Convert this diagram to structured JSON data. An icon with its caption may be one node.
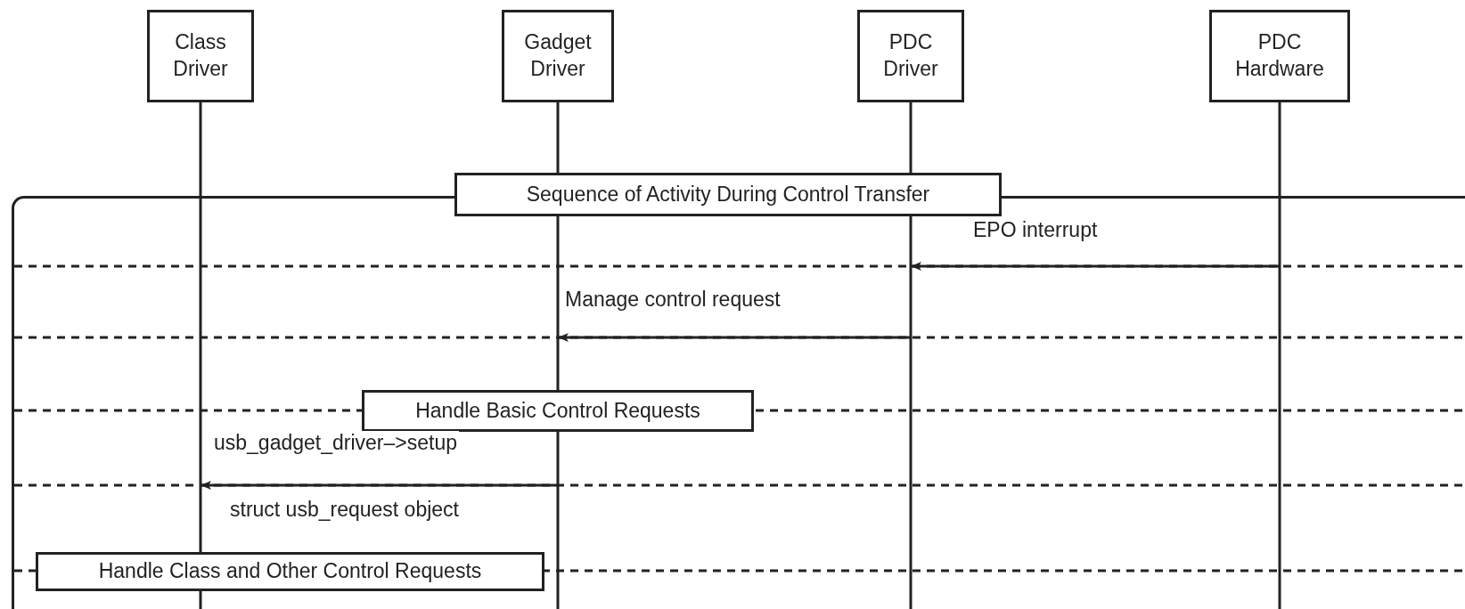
{
  "diagram": {
    "nodes": [
      {
        "text": [
          "Class Driver"
        ]
      },
      {
        "text": [
          "Gadget Driver"
        ]
      },
      {
        "text": [
          "PDC Driver"
        ]
      },
      {
        "text": [
          "PDC Hardware"
        ]
      },
      {
        "text": [
          "Sequence of Activity During Control Transfer"
        ]
      },
      {
        "text": [
          "Handle Basic Control Requests"
        ],
        "in": 4
      },
      {
        "text": [
          "Handle Class and Other Control Requests"
        ],
        "in": 4
      }
    ],
    "edges": [
      {
        "from": 3,
        "to": 2,
        "arrow": "to",
        "label": "EPO interrupt"
      },
      {
        "from": 2,
        "to": 1,
        "arrow": "to",
        "label": "Manage control request"
      },
      {
        "from": 1,
        "to": 0,
        "arrow": "to",
        "label": "usb_gadget_driver–>setup"
      }
    ],
    "labels": [
      "struct usb_request object"
    ]
  }
}
